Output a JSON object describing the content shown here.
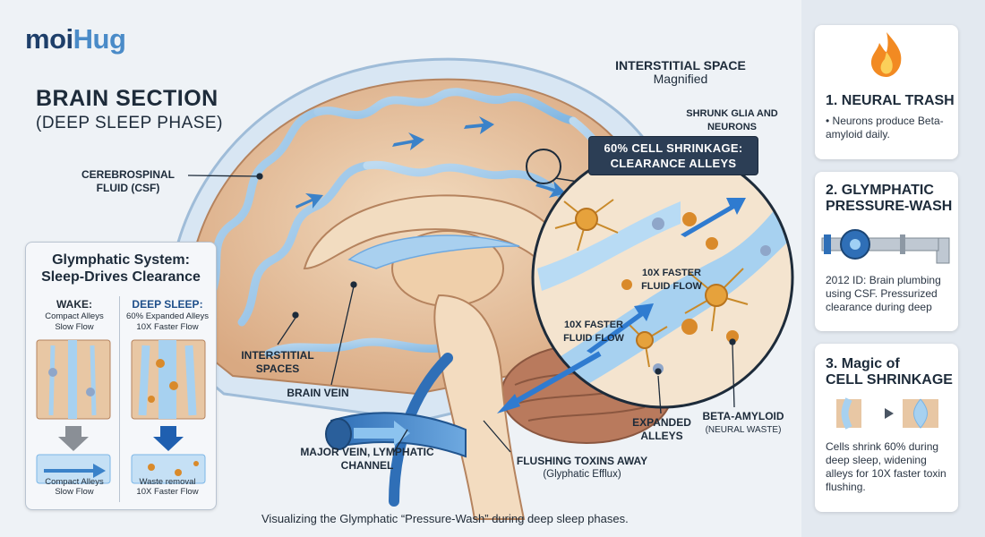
{
  "brand": {
    "logo_part1": "moi",
    "logo_part2": "Hug"
  },
  "title": {
    "line1": "BRAIN SECTION",
    "line2": "(DEEP SLEEP PHASE)"
  },
  "labels": {
    "csf": "CEREBROSPINAL FLUID (CSF)",
    "interstitial_space": "INTERSTITIAL SPACE",
    "magnified": "Magnified",
    "shrunk_glia": "SHRUNK GLIA AND NEURONS",
    "cell_shrinkage_line1": "60% CELL SHRINKAGE:",
    "cell_shrinkage_line2": "CLEARANCE ALLEYS",
    "faster_flow_1": "10X FASTER FLUID FLOW",
    "faster_flow_2": "10X FASTER FLUID FLOW",
    "interstitial_spaces": "INTERSTITIAL SPACES",
    "brain_vein": "BRAIN VEIN",
    "major_vein": "MAJOR VEIN, LYMPHATIC CHANNEL",
    "flushing": "FLUSHING TOXINS AWAY",
    "flushing_sub": "(Glyphatic Efflux)",
    "expanded_alleys": "EXPANDED ALLEYS",
    "beta_amyloid": "BETA-AMYLOID",
    "beta_amyloid_sub": "(NEURAL WASTE)"
  },
  "inset": {
    "title_line1": "Glymphatic System:",
    "title_line2": "Sleep-Drives Clearance",
    "wake": {
      "heading": "WAKE:",
      "desc1": "Compact Alleys",
      "desc2": "Slow Flow",
      "foot1": "Compact Alleys",
      "foot2": "Slow Flow"
    },
    "deep": {
      "heading": "DEEP SLEEP:",
      "desc1": "60% Expanded Alleys",
      "desc2": "10X Faster Flow",
      "foot1": "Waste removal",
      "foot2": "10X Faster Flow"
    }
  },
  "cards": [
    {
      "title_line1": "1. NEURAL TRASH",
      "title_line2": "",
      "icon": "fire-icon",
      "body": "• Neurons produce Beta-amyloid daily."
    },
    {
      "title_line1": "2. GLYMPHATIC",
      "title_line2": "PRESSURE-WASH",
      "icon": "pipe-pump-icon",
      "body": "2012 ID: Brain plumbing using CSF. Pressurized clearance during deep"
    },
    {
      "title_line1": "3. Magic of",
      "title_line2": "CELL SHRINKAGE",
      "icon": "cell-shrink-icon",
      "body": "Cells shrink 60% during deep sleep, widening alleys for 10X faster toxin flushing."
    }
  ],
  "caption": "Visualizing the Glymphatic “Pressure-Wash” during deep sleep phases.",
  "colors": {
    "csf_blue": "#5aa0dc",
    "tissue": "#e8c7a4",
    "accent_dark": "#2c3e55",
    "amyloid": "#d98a2b"
  }
}
